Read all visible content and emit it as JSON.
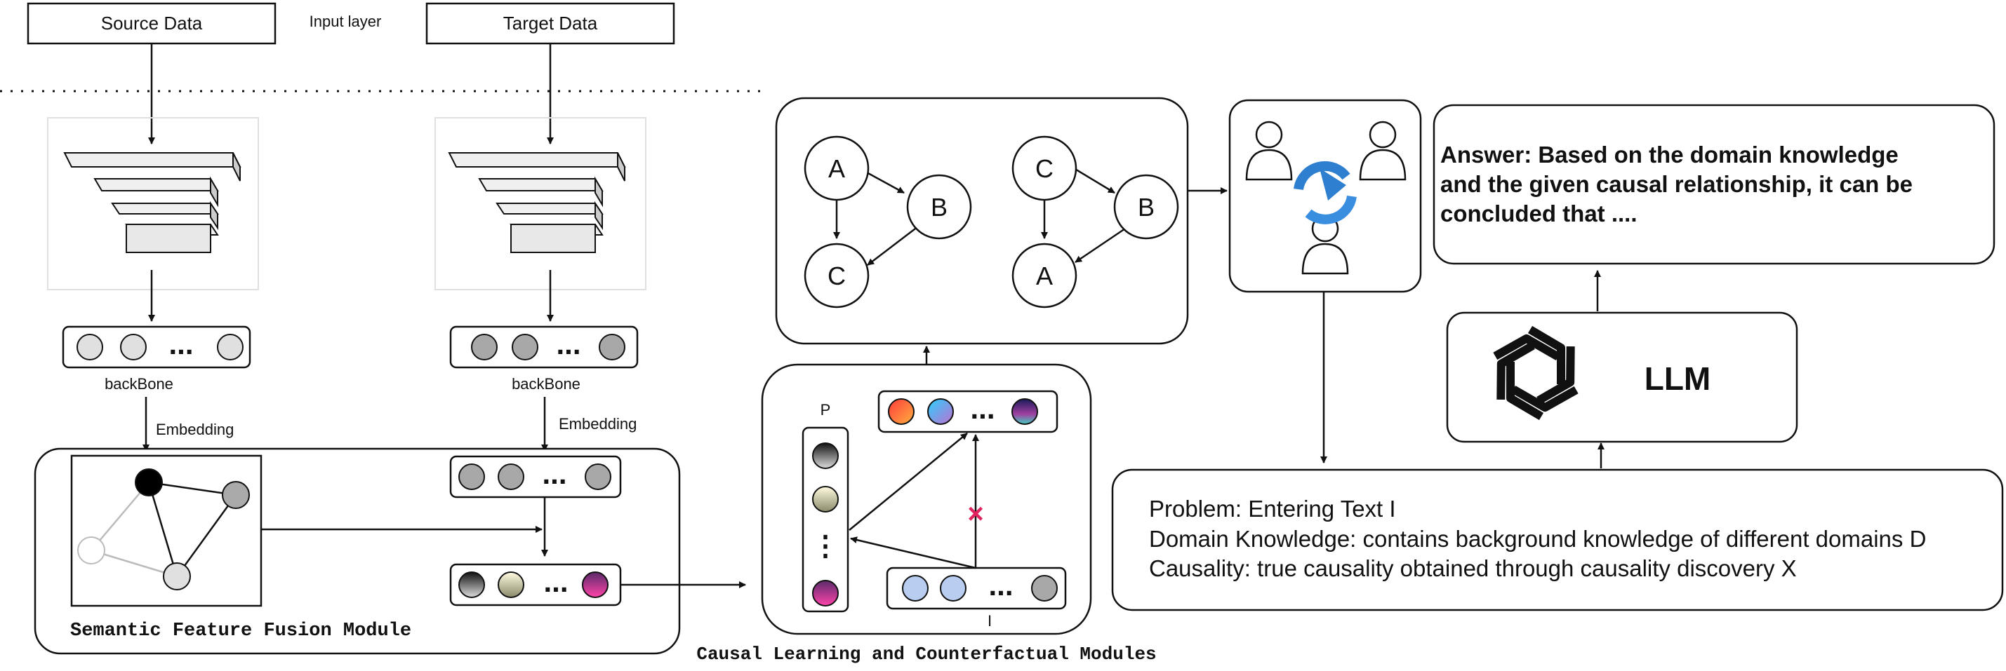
{
  "input": {
    "source_label": "Source Data",
    "target_label": "Target Data",
    "layer_label": "Input layer"
  },
  "backbone": {
    "left_label": "backBone",
    "right_label": "backBone",
    "embedding_left": "Embedding",
    "embedding_right": "Embedding"
  },
  "fusion": {
    "title": "Semantic Feature Fusion Module"
  },
  "causal": {
    "title": "Causal Learning and Counterfactual Modules",
    "p_label": "P",
    "i_label": "I",
    "ellipsis": "...",
    "vertical_ellipsis": "⋮",
    "cross": "×"
  },
  "graphs": {
    "left": {
      "n1": "A",
      "n2": "B",
      "n3": "C"
    },
    "right": {
      "n1": "C",
      "n2": "B",
      "n3": "A"
    }
  },
  "answer": {
    "line1": "Answer: Based on the domain knowledge",
    "line2": "and the given causal relationship, it can be",
    "line3": "concluded that ...."
  },
  "llm": {
    "label": "LLM"
  },
  "prompt": {
    "line1": "Problem: Entering Text I",
    "line2": "Domain Knowledge: contains background knowledge of different domains D",
    "line3": "Causality: true causality obtained through causality discovery X"
  },
  "colors": {
    "cross": "#e0245e",
    "agent_icon": "#2f7fd0"
  }
}
